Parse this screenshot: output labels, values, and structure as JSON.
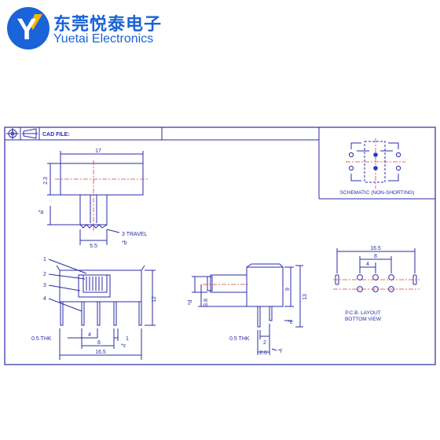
{
  "brand": {
    "name_cn": "东莞悦泰电子",
    "name_en": "Yuetai Electronics",
    "logo_letter": "Y",
    "logo_icon": "yuetai-y-logo-icon",
    "primary_color": "#1a63d8",
    "accent_color": "#f2b705"
  },
  "title_block": {
    "cad_file_label": "CAD FILE:",
    "icons": [
      "crosshair-circle-icon",
      "cone-projection-icon"
    ]
  },
  "colors": {
    "line": "#2b2ba8",
    "centerline": "#e23b3b",
    "schematic_dot": "#1a3ccf"
  },
  "top_view": {
    "dim_17": "17",
    "dim_2_3": "2.3",
    "dim_a": "*a",
    "dim_5_5": "5.5",
    "travel": "3  TRAVEL",
    "dim_b": "*b"
  },
  "front_view": {
    "callouts": [
      "1",
      "2",
      "3",
      "4"
    ],
    "dim_12": "12",
    "dim_thk": "0.5  THK",
    "dim_4": "4",
    "dim_8": "8",
    "dim_1": "1",
    "dim_c": "*c",
    "dim_16_5": "16.5"
  },
  "side_view": {
    "dim_d": "*d",
    "dim_3_8": "3.8",
    "dim_9": "9",
    "dim_13": "13",
    "dim_e": "*e",
    "dim_thk": "0.5  THK",
    "dim_2": "2",
    "dim_2_6": "2.6",
    "dim_f": "*f"
  },
  "schematic": {
    "caption": "SCHEMATIC  (NON-SHORTING)"
  },
  "pcb_layout": {
    "dim_16_5": "16.5",
    "dim_8": "8",
    "dim_4": "4",
    "caption_line1": "P.C.B. LAYOUT",
    "caption_line2": "BOTTOM VIEW"
  }
}
